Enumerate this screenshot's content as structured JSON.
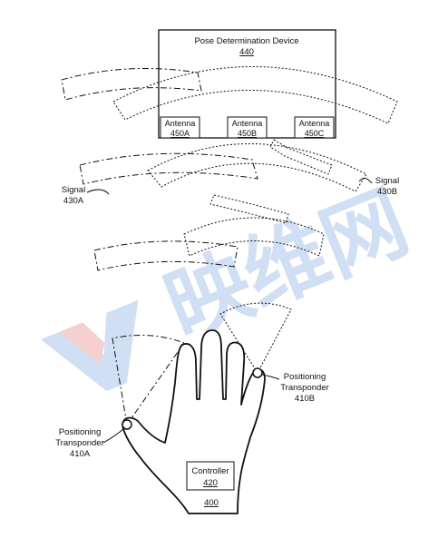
{
  "device": {
    "title": "Pose Determination Device",
    "ref": "440"
  },
  "antennas": [
    {
      "label": "Antenna",
      "ref": "450A"
    },
    {
      "label": "Antenna",
      "ref": "450B"
    },
    {
      "label": "Antenna",
      "ref": "450C"
    }
  ],
  "signal_a": {
    "line1": "Signal",
    "line2": "430A"
  },
  "signal_b": {
    "line1": "Signal",
    "line2": "430B"
  },
  "transponder_a": {
    "line1": "Positioning",
    "line2": "Transponder",
    "ref": "410A"
  },
  "transponder_b": {
    "line1": "Positioning",
    "line2": "Transponder",
    "ref": "410B"
  },
  "controller": {
    "label": "Controller",
    "ref": "420"
  },
  "hand": {
    "ref": "400"
  },
  "watermark": {
    "text": "映维网",
    "color": "#5b8fd6",
    "accent": "#e05a5a"
  }
}
